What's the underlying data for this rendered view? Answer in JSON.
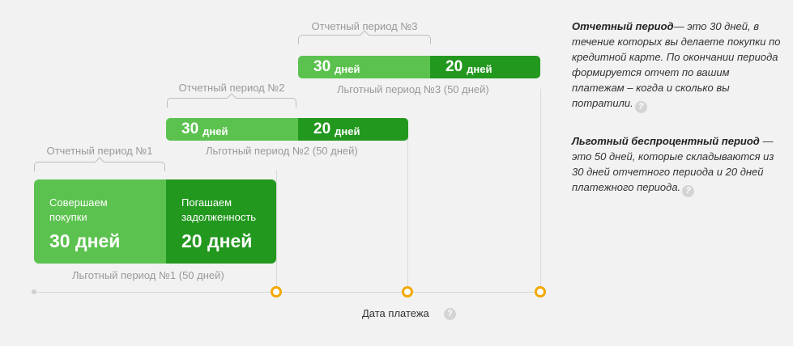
{
  "periods": {
    "p1": {
      "label": "Отчетный период №1",
      "grace": "Льготный период №1 (50 дней)"
    },
    "p2": {
      "label": "Отчетный период №2",
      "grace": "Льготный период №2 (50 дней)"
    },
    "p3": {
      "label": "Отчетный период №3",
      "grace": "Льготный период №3 (50 дней)"
    }
  },
  "bars": {
    "buy_num": "30",
    "pay_num": "20",
    "unit": "дней"
  },
  "big_bar": {
    "buy_caption_1": "Совершаем",
    "buy_caption_2": "покупки",
    "buy_value": "30 дней",
    "pay_caption_1": "Погашаем",
    "pay_caption_2": "задолженность",
    "pay_value": "20 дней"
  },
  "timeline": {
    "payment_date_label": "Дата платежа",
    "help_glyph": "?"
  },
  "description": {
    "reporting_term": "Отчетный период",
    "reporting_text": "— это 30 дней, в течение которых вы делаете покупки по кредитной карте. По окончании периода формируется отчет по вашим платежам – когда и сколько вы потратили.",
    "grace_term": "Льготный беспроцентный период",
    "grace_text": " — это 50 дней, которые складываются из 30 дней отчетного периода и 20 дней платежного периода."
  },
  "colors": {
    "light_green": "#5cc24f",
    "dark_green": "#23981f",
    "accent_orange": "#f2a900"
  }
}
